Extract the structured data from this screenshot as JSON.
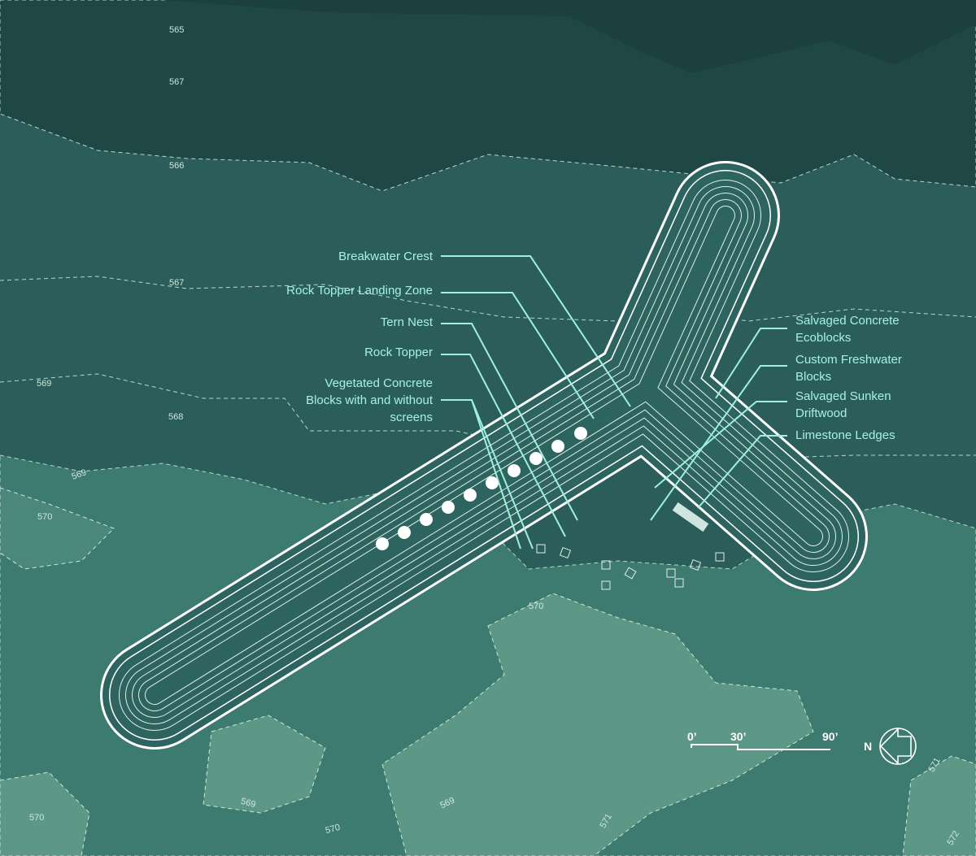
{
  "title": "Breakwater site plan",
  "colors": {
    "deep": "#1f4745",
    "mid": "#2b5e5a",
    "shallow": "#3d7a6f",
    "shoal": "#5d9887",
    "label": "#9ff0e0",
    "structure": "#ffffff"
  },
  "left_labels": [
    "Breakwater Crest",
    "Rock Topper Landing Zone",
    "Tern Nest",
    "Rock Topper",
    "Vegetated Concrete Blocks with and without screens"
  ],
  "right_labels": [
    "Salvaged Concrete Ecoblocks",
    "Custom Freshwater Blocks",
    "Salvaged Sunken Driftwood",
    "Limestone Ledges"
  ],
  "contours": [
    "565",
    "567",
    "566",
    "567",
    "569",
    "568",
    "569",
    "570",
    "570",
    "569",
    "569",
    "570",
    "570",
    "571",
    "571",
    "572"
  ],
  "scale_bar": {
    "ticks": [
      "0’",
      "30’",
      "90’"
    ]
  },
  "north_label": "N"
}
